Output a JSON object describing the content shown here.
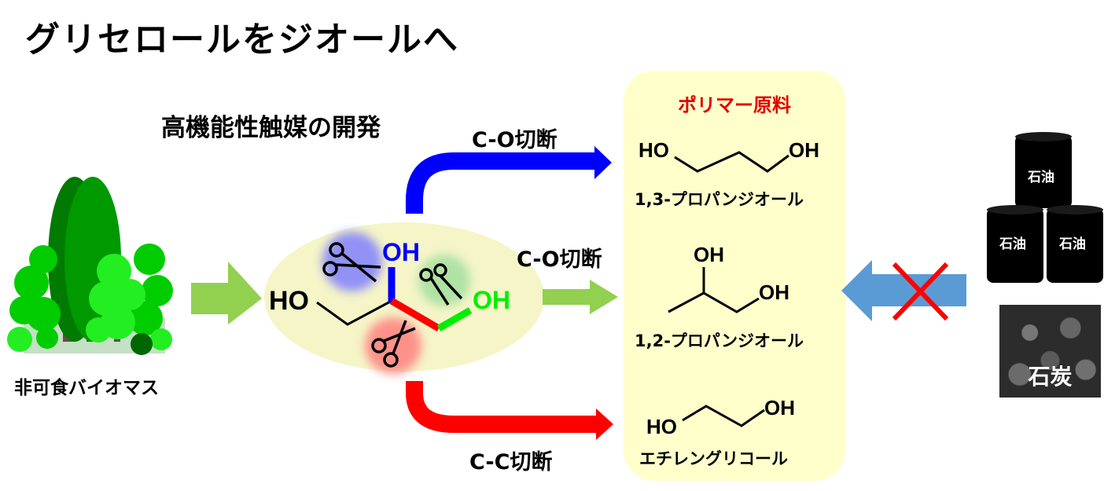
{
  "title": "グリセロールをジオールへ",
  "subtitle": "高機能性触媒の開発",
  "source": {
    "label": "非可食バイオマス",
    "icon": "forest-icon"
  },
  "reactant": {
    "name": "glycerol",
    "ho_left": "HO",
    "oh_top": "OH",
    "oh_right": "OH",
    "scissors": [
      {
        "color": "#8080ff",
        "meaning": "C-O cleavage (upper)"
      },
      {
        "color": "#a8e0a0",
        "meaning": "C-O cleavage (right)"
      },
      {
        "color": "#ff8080",
        "meaning": "C-C cleavage"
      }
    ],
    "bond_colors": {
      "top": "#0000ff",
      "middle": "#ff0000",
      "right": "#00ee00"
    }
  },
  "pathways": [
    {
      "label": "C-O切断",
      "color": "#0000ff",
      "target": "1,3-プロパンジオール"
    },
    {
      "label": "C-O切断",
      "color": "#92d050",
      "target": "1,2-プロパンジオール"
    },
    {
      "label": "C-C切断",
      "color": "#ff0000",
      "target": "エチレングリコール"
    }
  ],
  "products_panel": {
    "title": "ポリマー原料",
    "products": [
      {
        "name": "1,3-プロパンジオール",
        "oh1": "HO",
        "oh2": "OH"
      },
      {
        "name": "1,2-プロパンジオール",
        "oh1": "OH",
        "oh2": "OH"
      },
      {
        "name": "エチレングリコール",
        "oh1": "HO",
        "oh2": "OH"
      }
    ]
  },
  "fossil": {
    "barrels": [
      "石油",
      "石油",
      "石油"
    ],
    "coal": "石炭",
    "arrow_color": "#5b9bd5",
    "cross_color": "#ff0000"
  },
  "colors": {
    "feed_arrow": "#92d050",
    "ellipse": "#f5f5c8",
    "panel": "#ffffcc"
  }
}
